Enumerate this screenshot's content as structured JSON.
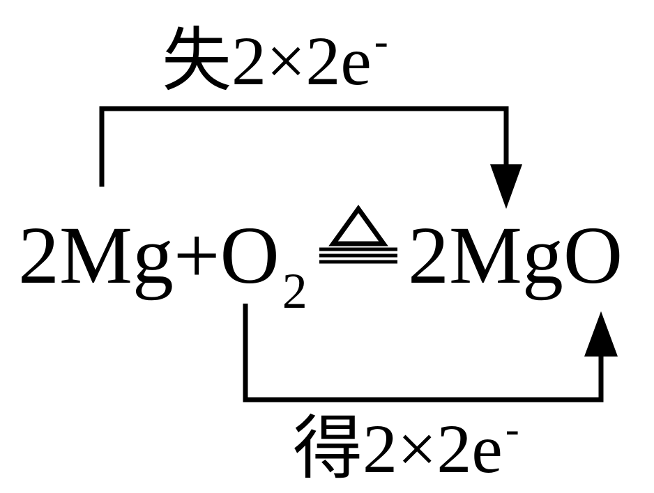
{
  "equation": {
    "reactants": {
      "text": "2Mg+O",
      "subscript": "2"
    },
    "product": "2MgO",
    "condition_symbol": "heating-triangle-icon"
  },
  "electron_transfer": {
    "lost": {
      "text": "失2×2e",
      "superscript": "-"
    },
    "gained": {
      "text": "得2×2e",
      "superscript": "-"
    }
  },
  "colors": {
    "ink": "#000000",
    "background": "#ffffff"
  }
}
